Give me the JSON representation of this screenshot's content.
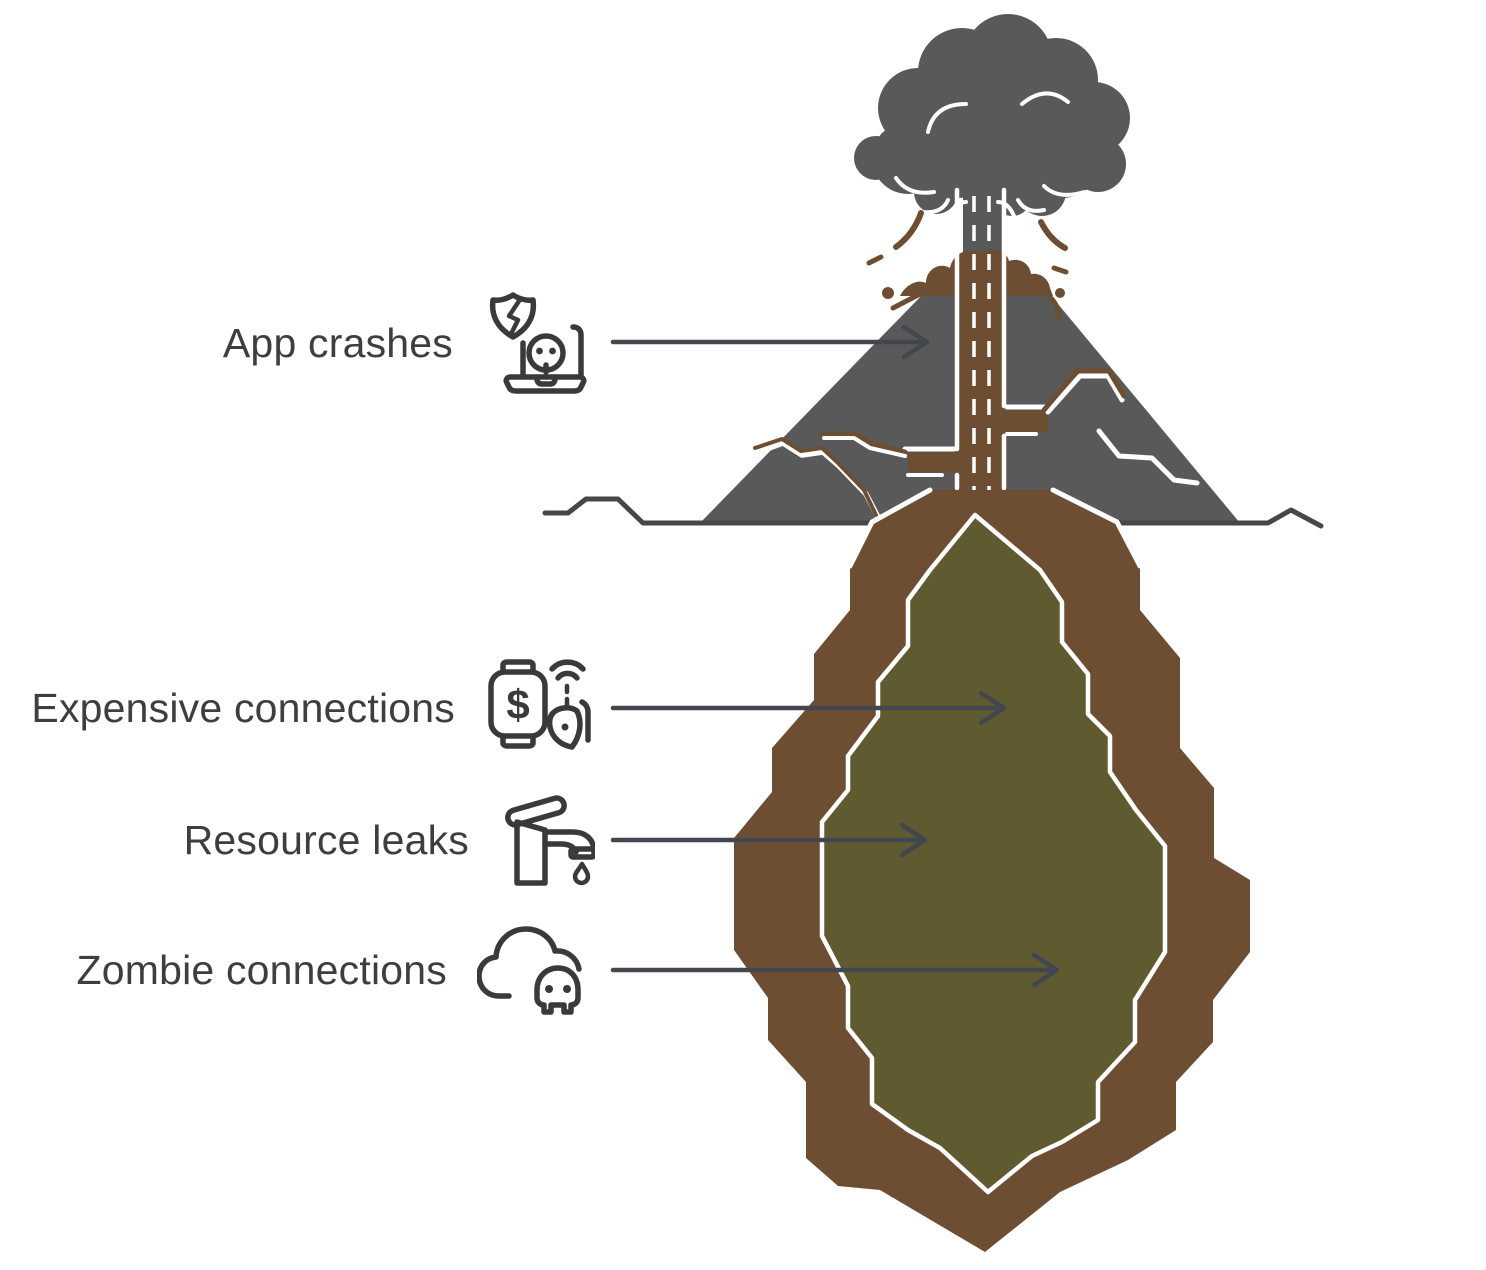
{
  "labels": [
    {
      "text": "App crashes",
      "icon": "crashed-laptop-skull-shield-icon"
    },
    {
      "text": "Expensive connections",
      "icon": "watch-dollar-contactless-icon"
    },
    {
      "text": "Resource leaks",
      "icon": "dripping-faucet-icon"
    },
    {
      "text": "Zombie connections",
      "icon": "cloud-skull-icon"
    }
  ],
  "colors": {
    "background": "#ffffff",
    "volcano_gray": "#595959",
    "magma_brown": "#6e4e33",
    "chamber_olive": "#5f5a2f",
    "ground": "#474747",
    "arrow": "#42464e",
    "text": "#3e3e3e",
    "icon_stroke": "#3a3a3a",
    "outline_white": "#ffffff"
  }
}
